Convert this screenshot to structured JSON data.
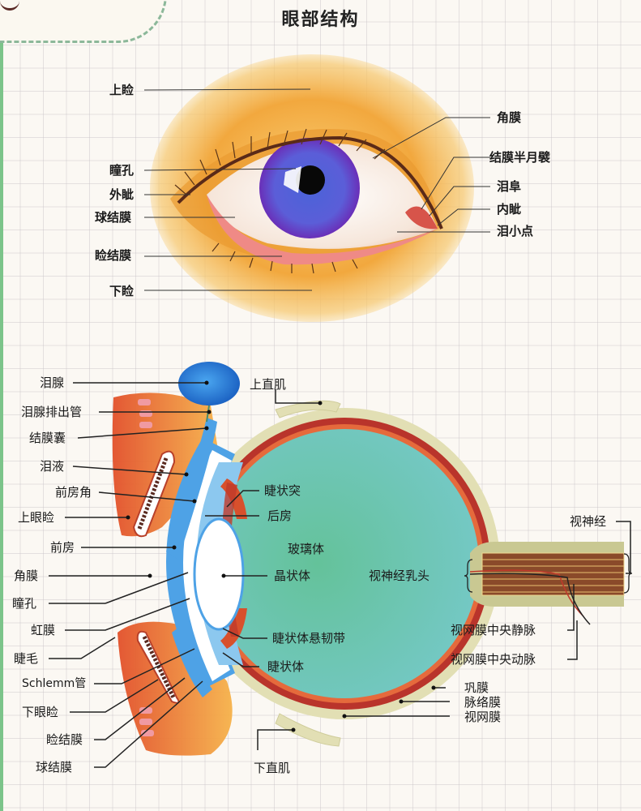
{
  "title": "眼部结构",
  "colors": {
    "grid_bg": "#fbf8f3",
    "accent_green": "#7cc48a",
    "skin": "#f3b24a",
    "iris": "#6a5ad8",
    "vitreous": "#6cc3b4",
    "retina": "#b8302a",
    "choroid": "#e0683a",
    "sclera": "#e4e2b8",
    "lacrimal_gland": "#2f7fd4"
  },
  "external_eye": {
    "left_labels": [
      {
        "id": "upper-eyelid",
        "text": "上睑"
      },
      {
        "id": "pupil",
        "text": "瞳孔"
      },
      {
        "id": "lateral-canthus",
        "text": "外眦"
      },
      {
        "id": "bulbar-conjunctiva",
        "text": "球结膜"
      },
      {
        "id": "palpebral-conjunctiva",
        "text": "睑结膜"
      },
      {
        "id": "lower-eyelid",
        "text": "下睑"
      }
    ],
    "right_labels": [
      {
        "id": "cornea",
        "text": "角膜"
      },
      {
        "id": "plica-semilunaris",
        "text": "结膜半月襞"
      },
      {
        "id": "lacrimal-caruncle",
        "text": "泪阜"
      },
      {
        "id": "medial-canthus",
        "text": "内眦"
      },
      {
        "id": "lacrimal-punctum",
        "text": "泪小点"
      }
    ]
  },
  "cross_section": {
    "left_labels": [
      {
        "id": "lacrimal-gland",
        "text": "泪腺"
      },
      {
        "id": "lacrimal-duct",
        "text": "泪腺排出管"
      },
      {
        "id": "conjunctival-sac",
        "text": "结膜囊"
      },
      {
        "id": "tears",
        "text": "泪液"
      },
      {
        "id": "anterior-chamber-angle",
        "text": "前房角"
      },
      {
        "id": "upper-eyelid",
        "text": "上眼睑"
      },
      {
        "id": "anterior-chamber",
        "text": "前房"
      },
      {
        "id": "cornea",
        "text": "角膜"
      },
      {
        "id": "pupil",
        "text": "瞳孔"
      },
      {
        "id": "iris",
        "text": "虹膜"
      },
      {
        "id": "eyelash",
        "text": "睫毛"
      },
      {
        "id": "schlemm-canal",
        "text": "Schlemm管"
      },
      {
        "id": "lower-eyelid",
        "text": "下眼睑"
      },
      {
        "id": "palpebral-conjunctiva",
        "text": "睑结膜"
      },
      {
        "id": "bulbar-conjunctiva",
        "text": "球结膜"
      }
    ],
    "inner_labels": [
      {
        "id": "superior-rectus",
        "text": "上直肌"
      },
      {
        "id": "ciliary-process",
        "text": "睫状突"
      },
      {
        "id": "posterior-chamber",
        "text": "后房"
      },
      {
        "id": "vitreous-body",
        "text": "玻璃体"
      },
      {
        "id": "lens",
        "text": "晶状体"
      },
      {
        "id": "zonule",
        "text": "睫状体悬韧带"
      },
      {
        "id": "ciliary-body",
        "text": "睫状体"
      },
      {
        "id": "optic-disc",
        "text": "视神经乳头"
      },
      {
        "id": "inferior-rectus",
        "text": "下直肌"
      }
    ],
    "right_labels": [
      {
        "id": "optic-nerve",
        "text": "视神经"
      },
      {
        "id": "central-retinal-vein",
        "text": "视网膜中央静脉"
      },
      {
        "id": "central-retinal-artery",
        "text": "视网膜中央动脉"
      },
      {
        "id": "sclera",
        "text": "巩膜"
      },
      {
        "id": "choroid",
        "text": "脉络膜"
      },
      {
        "id": "retina",
        "text": "视网膜"
      }
    ]
  }
}
